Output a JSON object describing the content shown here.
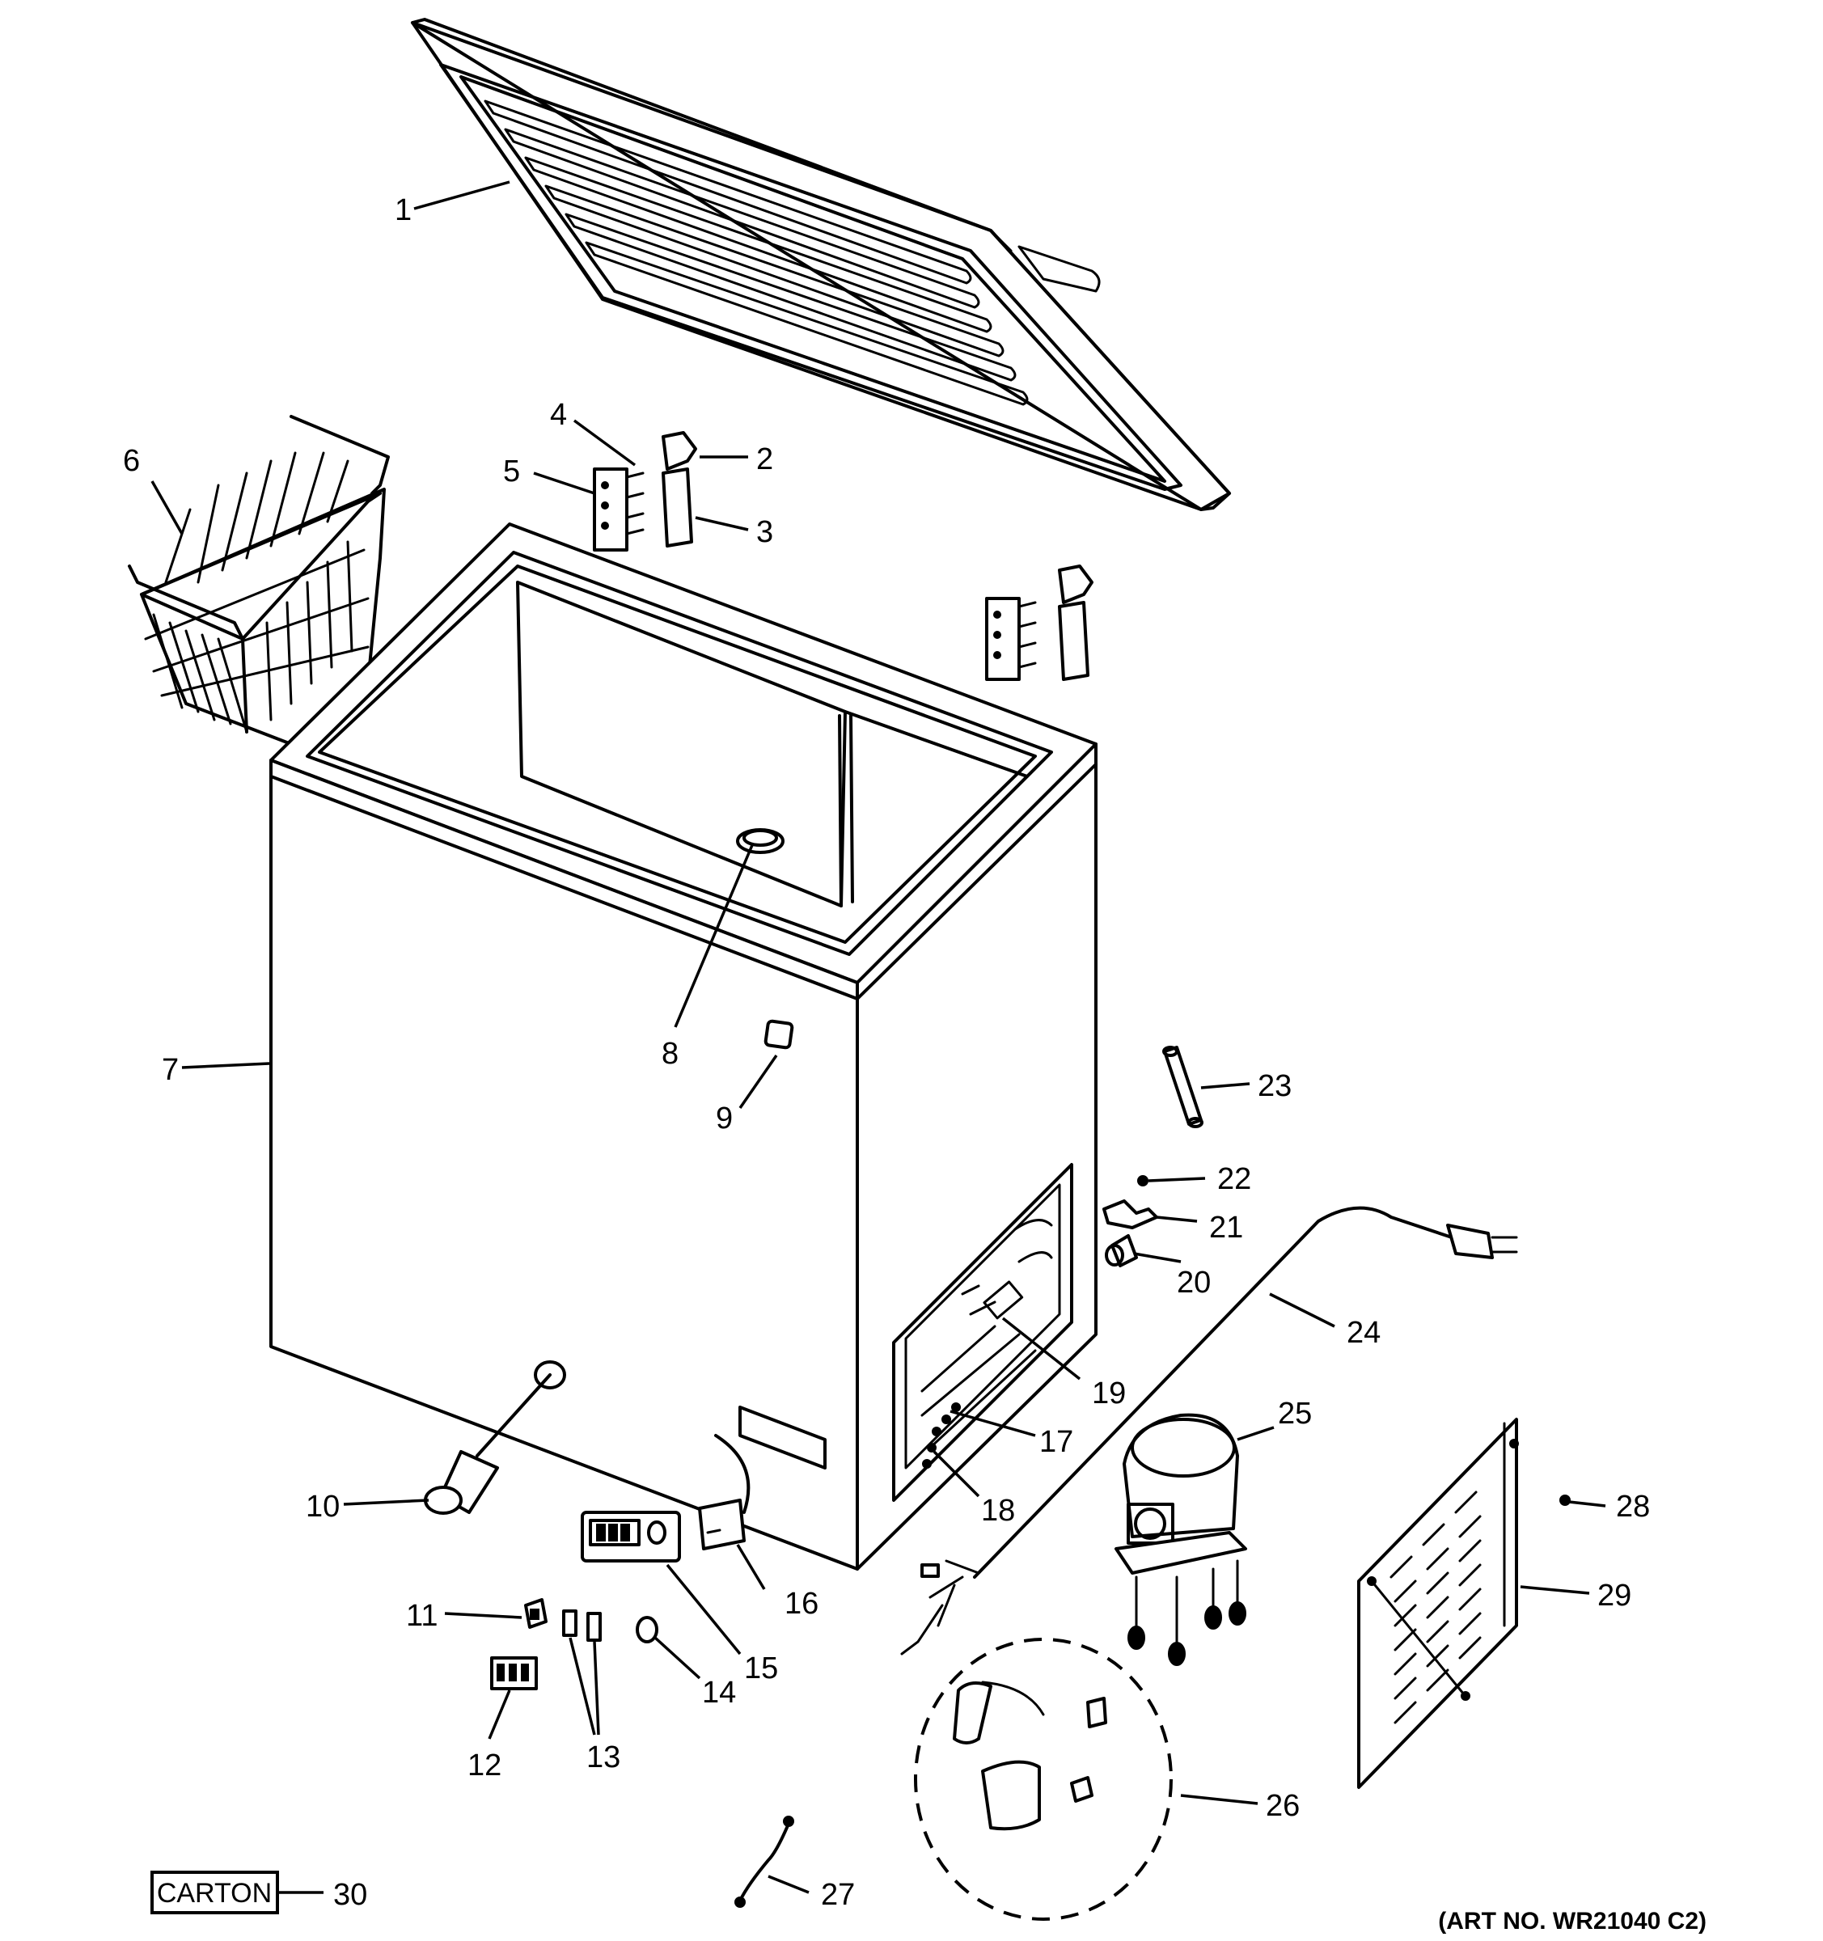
{
  "callouts": [
    {
      "num": "1"
    },
    {
      "num": "2"
    },
    {
      "num": "3"
    },
    {
      "num": "4"
    },
    {
      "num": "5"
    },
    {
      "num": "6"
    },
    {
      "num": "7"
    },
    {
      "num": "8"
    },
    {
      "num": "9"
    },
    {
      "num": "10"
    },
    {
      "num": "11"
    },
    {
      "num": "12"
    },
    {
      "num": "13"
    },
    {
      "num": "14"
    },
    {
      "num": "15"
    },
    {
      "num": "16"
    },
    {
      "num": "17"
    },
    {
      "num": "18"
    },
    {
      "num": "19"
    },
    {
      "num": "20"
    },
    {
      "num": "21"
    },
    {
      "num": "22"
    },
    {
      "num": "23"
    },
    {
      "num": "24"
    },
    {
      "num": "25"
    },
    {
      "num": "26"
    },
    {
      "num": "27"
    },
    {
      "num": "28"
    },
    {
      "num": "29"
    },
    {
      "num": "30"
    }
  ],
  "carton_label": "CARTON",
  "art_number": "(ART NO. WR21040 C2)"
}
